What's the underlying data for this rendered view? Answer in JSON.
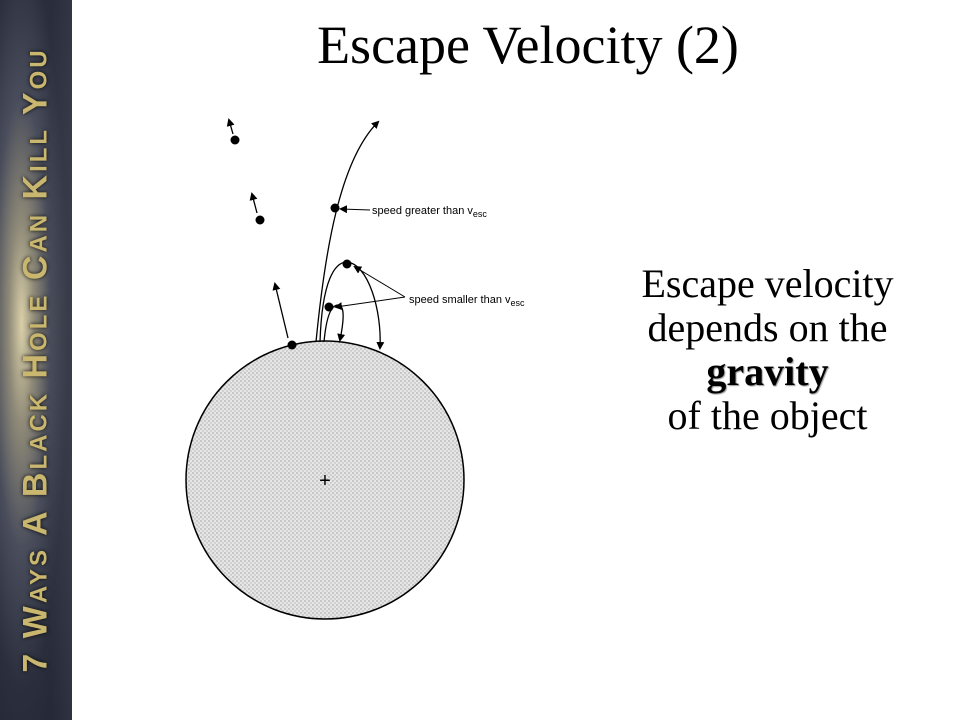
{
  "sidebar": {
    "text": "7 Ways A Black Hole Can Kill You"
  },
  "slide": {
    "title": "Escape Velocity (2)"
  },
  "diagram": {
    "label_greater": "speed greater than v",
    "label_smaller": "speed smaller than v",
    "subscript": "esc",
    "center_mark": "+"
  },
  "statement": {
    "line1": "Escape velocity",
    "line2": "depends on the",
    "keyword": "gravity",
    "line3": "of the object"
  }
}
